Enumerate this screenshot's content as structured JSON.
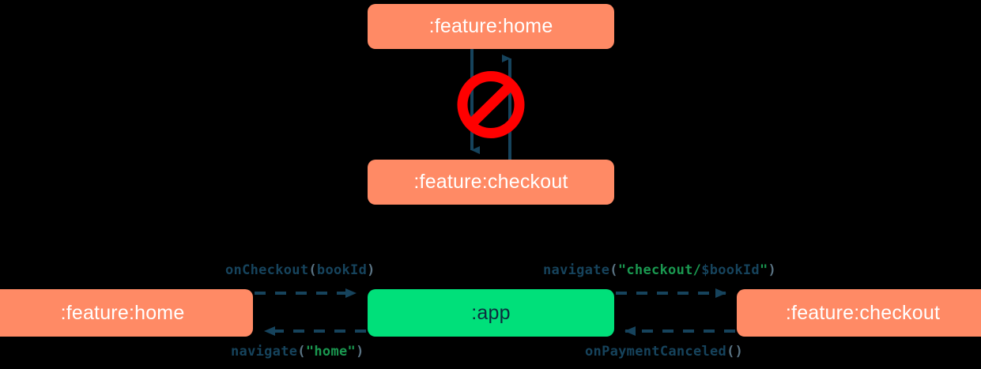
{
  "diagram": {
    "type": "module-dependency-navigation",
    "background_color": "#000000",
    "colors": {
      "feature_module": "#ff8a65",
      "app_module": "#00e07a",
      "feature_module_text": "#ffffff",
      "app_module_text": "#0d2b3e",
      "arrow": "#16435c",
      "forbidden": "#ff0000",
      "code_function": "#16435c",
      "code_punctuation": "#5a7383",
      "code_string": "#1a9850"
    }
  },
  "invalid_cluster": {
    "nodes": [
      {
        "id": "home-top",
        "label": ":feature:home",
        "style": "salmon"
      },
      {
        "id": "checkout-top",
        "label": ":feature:checkout",
        "style": "salmon"
      }
    ],
    "edges": [
      {
        "from": "home-top",
        "to": "checkout-top",
        "direction": "down",
        "style": "solid"
      },
      {
        "from": "checkout-top",
        "to": "home-top",
        "direction": "up",
        "style": "solid"
      }
    ],
    "marker": {
      "name": "forbidden-sign",
      "meaning": "not allowed"
    }
  },
  "valid_cluster": {
    "nodes": [
      {
        "id": "home-bottom",
        "label": ":feature:home",
        "style": "salmon"
      },
      {
        "id": "app",
        "label": ":app",
        "style": "green"
      },
      {
        "id": "checkout-bottom",
        "label": ":feature:checkout",
        "style": "salmon"
      }
    ],
    "edges": [
      {
        "id": "on-checkout",
        "from": "home-bottom",
        "to": "app",
        "direction": "right",
        "style": "dashed",
        "label": {
          "fn": "onCheckout",
          "open": "(",
          "arg": "bookId",
          "close": ")"
        }
      },
      {
        "id": "navigate-checkout",
        "from": "app",
        "to": "checkout-bottom",
        "direction": "right",
        "style": "dashed",
        "label": {
          "fn": "navigate",
          "open": "(",
          "quote": "\"",
          "str": "checkout/",
          "arg": "$bookId",
          "quote_close": "\"",
          "close": ")"
        }
      },
      {
        "id": "navigate-home",
        "from": "app",
        "to": "home-bottom",
        "direction": "left",
        "style": "dashed",
        "label": {
          "fn": "navigate",
          "open": "(",
          "quote": "\"",
          "str": "home",
          "quote_close": "\"",
          "close": ")"
        }
      },
      {
        "id": "on-payment-canceled",
        "from": "checkout-bottom",
        "to": "app",
        "direction": "left",
        "style": "dashed",
        "label": {
          "fn": "onPaymentCanceled",
          "open": "(",
          "close": ")"
        }
      }
    ]
  }
}
